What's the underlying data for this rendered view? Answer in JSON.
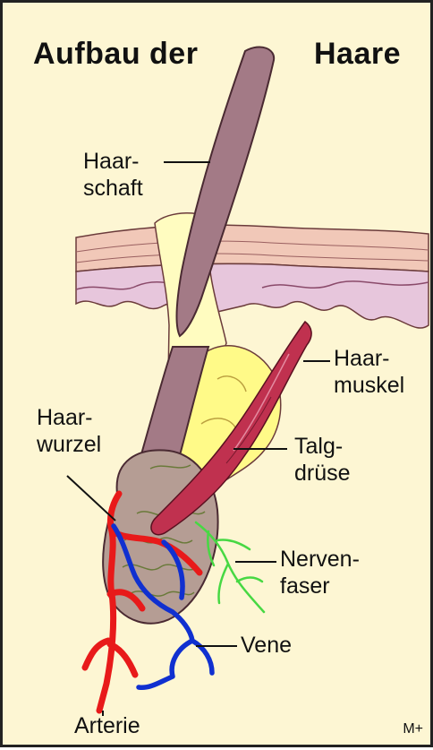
{
  "title": {
    "left": "Aufbau der",
    "right": "Haare"
  },
  "labels": {
    "hair_shaft": [
      "Haar-",
      "schaft"
    ],
    "hair_muscle": [
      "Haar-",
      "muskel"
    ],
    "hair_root": [
      "Haar-",
      "wurzel"
    ],
    "sebaceous_gland": [
      "Talg-",
      "drüse"
    ],
    "nerve_fiber": [
      "Nerven-",
      "faser"
    ],
    "vein": "Vene",
    "artery": "Arterie"
  },
  "credit": "M+",
  "colors": {
    "background": "#fdf6d3",
    "hair": "#a37a86",
    "skin_top": "#f1c8b8",
    "skin_mid": "#e7c6dc",
    "muscle": "#c0314f",
    "gland": "#fffa88",
    "artery": "#e81a1a",
    "vein": "#1030d0",
    "nerve": "#47d843"
  }
}
